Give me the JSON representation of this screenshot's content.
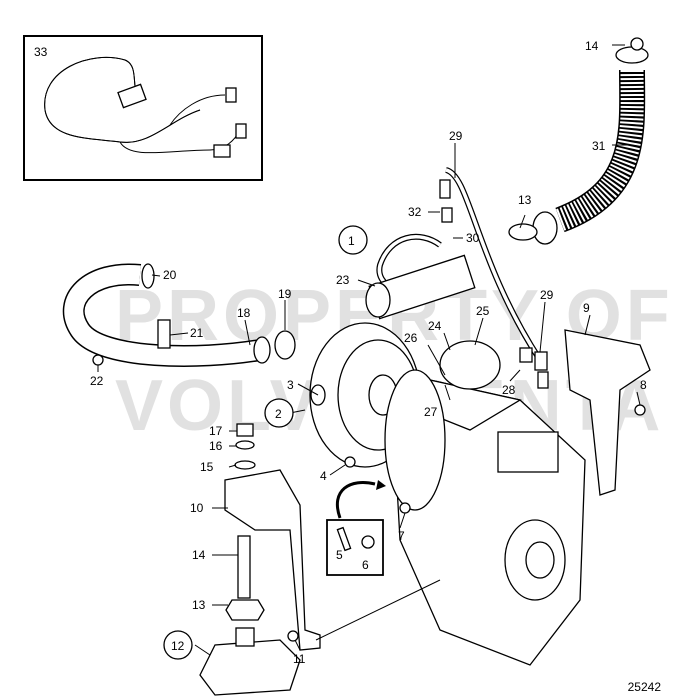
{
  "diagram": {
    "doc_number": "25242",
    "watermark_line1": "PROPERTY OF",
    "watermark_line2": "VOLVO PENTA",
    "part_labels": {
      "p1": "1",
      "p2": "2",
      "p3": "3",
      "p4": "4",
      "p5": "5",
      "p6": "6",
      "p7": "7",
      "p8": "8",
      "p9": "9",
      "p10": "10",
      "p11": "11",
      "p12": "12",
      "p13a": "13",
      "p13b": "13",
      "p14a": "14",
      "p14b": "14",
      "p15": "15",
      "p16": "16",
      "p17": "17",
      "p18": "18",
      "p19": "19",
      "p20": "20",
      "p21": "21",
      "p22": "22",
      "p23": "23",
      "p24": "24",
      "p25": "25",
      "p26": "26",
      "p27": "27",
      "p28": "28",
      "p29a": "29",
      "p29b": "29",
      "p30": "30",
      "p31": "31",
      "p32": "32",
      "p33": "33"
    }
  }
}
